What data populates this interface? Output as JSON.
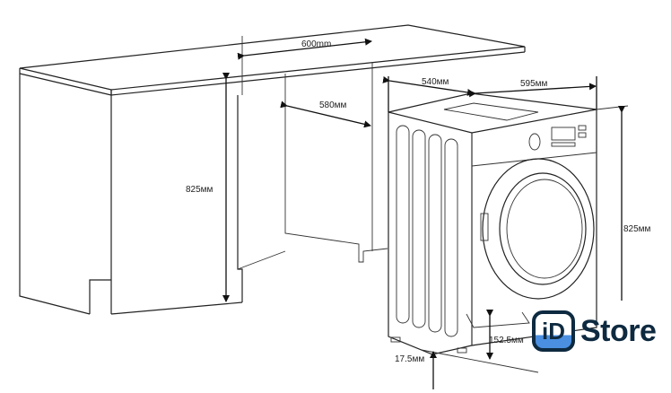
{
  "dimensions": {
    "niche_width": "600mm",
    "niche_depth": "580мм",
    "niche_height": "825мм",
    "machine_depth": "540мм",
    "machine_width": "595мм",
    "machine_height": "825мм",
    "plinth_height": "152.5мм",
    "feet_height": "17.5мм"
  },
  "logo": {
    "mark": "iD",
    "text": "Store",
    "color": "#0e2a40",
    "accent": "#4a8fe0"
  }
}
